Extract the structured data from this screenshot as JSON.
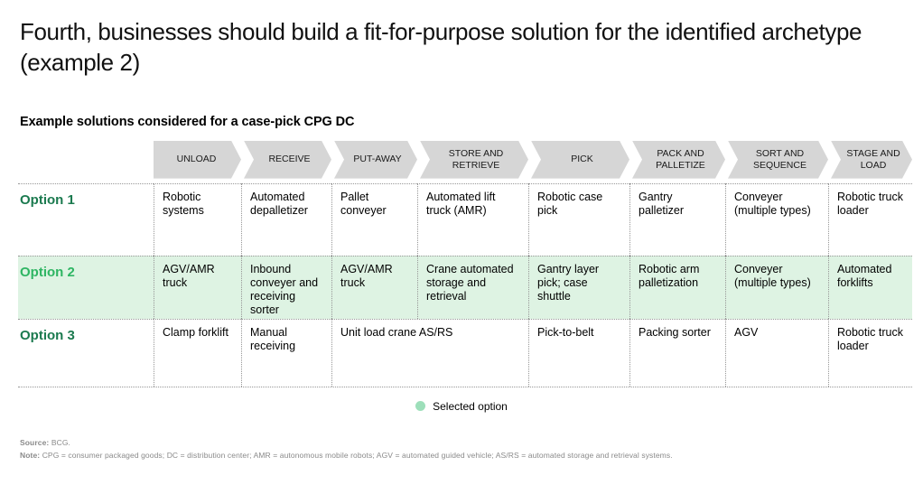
{
  "slide": {
    "title": "Fourth, businesses should build a fit-for-purpose solution for the identified archetype (example 2)",
    "subtitle": "Example solutions considered for a case-pick CPG DC"
  },
  "table": {
    "columns": [
      "UNLOAD",
      "RECEIVE",
      "PUT-AWAY",
      "STORE AND RETRIEVE",
      "PICK",
      "PACK AND PALLETIZE",
      "SORT AND SEQUENCE",
      "STAGE AND LOAD"
    ],
    "rows": [
      {
        "label": "Option 1",
        "selected": false,
        "cells": [
          "Robotic systems",
          "Automated depalletizer",
          "Pallet conveyer",
          "Automated lift truck (AMR)",
          "Robotic case pick",
          "Gantry palletizer",
          "Conveyer (multiple types)",
          "Robotic truck loader"
        ]
      },
      {
        "label": "Option 2",
        "selected": true,
        "cells": [
          "AGV/AMR truck",
          "Inbound conveyer and receiving sorter",
          "AGV/AMR truck",
          "Crane automated storage and retrieval",
          "Gantry layer pick; case shuttle",
          "Robotic arm palletization",
          "Conveyer (multiple types)",
          "Automated forklifts"
        ]
      },
      {
        "label": "Option 3",
        "selected": false,
        "cells": [
          "Clamp forklift",
          "Manual receiving",
          "Unit load crane AS/RS",
          "Pick-to-belt",
          "Packing sorter",
          "AGV",
          "Robotic truck loader"
        ]
      }
    ]
  },
  "legend": {
    "label": "Selected option"
  },
  "footer": {
    "source_label": "Source:",
    "source_text": " BCG.",
    "note_label": "Note:",
    "note_text": " CPG = consumer packaged goods; DC = distribution center; AMR = autonomous mobile robots; AGV = automated guided vehicle; AS/RS = automated storage and retrieval systems."
  },
  "colors": {
    "highlight": "#def3e3",
    "legend_dot": "#9ddfba",
    "chevron_bg": "#d6d6d6",
    "option_label": "#1b7a4f",
    "option_label_selected": "#2eb563"
  }
}
